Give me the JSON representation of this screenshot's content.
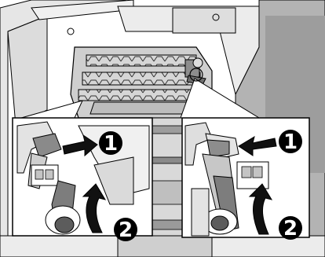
{
  "figure": {
    "callouts": [
      {
        "side": "left",
        "steps": [
          {
            "number": "1",
            "motion": "push-right"
          },
          {
            "number": "2",
            "motion": "rotate-up"
          }
        ]
      },
      {
        "side": "right",
        "steps": [
          {
            "number": "1",
            "motion": "push-left"
          },
          {
            "number": "2",
            "motion": "rotate-up"
          }
        ]
      }
    ],
    "colors": {
      "line": "#000000",
      "paper": "#ffffff",
      "tone_light": "#e9e9e9",
      "tone_mid": "#c9c9c9",
      "tone_dark": "#9a9a9a",
      "tone_darker": "#6e6e6e",
      "badge": "#000000"
    }
  }
}
